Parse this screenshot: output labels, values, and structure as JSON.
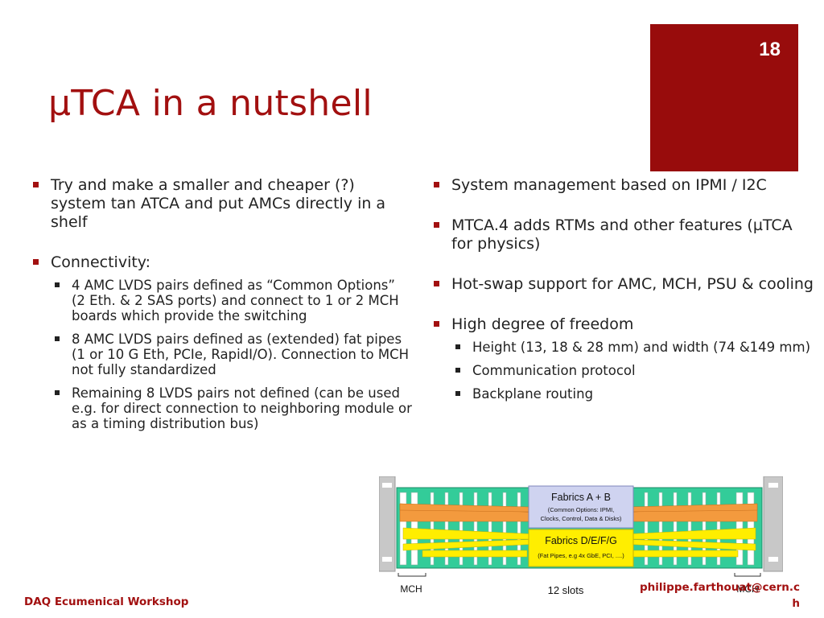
{
  "slide": {
    "number": "18",
    "title": "µTCA in a nutshell"
  },
  "left_bullets": [
    {
      "text": "Try and make a smaller and cheaper (?) system tan ATCA and put AMCs directly in a shelf"
    },
    {
      "text": "Connectivity:",
      "sub": [
        "4 AMC LVDS pairs defined as “Common Options” (2 Eth. & 2 SAS ports) and connect to 1 or 2 MCH boards which provide the switching",
        "8 AMC LVDS pairs defined as (extended) fat pipes (1 or 10 G Eth, PCIe, RapidI/O). Connection to MCH not fully standardized",
        "Remaining 8 LVDS pairs not defined (can be used e.g. for direct connection to neighboring module or as a timing distribution bus)"
      ]
    }
  ],
  "right_bullets": [
    {
      "text": "System management based on IPMI / I2C"
    },
    {
      "text": "MTCA.4 adds RTMs and other features (µTCA for physics)"
    },
    {
      "text": "Hot-swap support for AMC, MCH, PSU & cooling"
    },
    {
      "text": "High degree of freedom",
      "sub": [
        "Height (13, 18 & 28 mm) and width (74 &149 mm)",
        "Communication protocol",
        "Backplane routing"
      ]
    }
  ],
  "diagram": {
    "fabrics_ab_title": "Fabrics A + B",
    "fabrics_ab_line1": "(Common Options: IPMI,",
    "fabrics_ab_line2": "Clocks, Control, Data & Disks)",
    "fabrics_defg_title": "Fabrics D/E/F/G",
    "fabrics_defg_line1": "(Fat Pipes, e.g 4x GbE, PCI, ....)",
    "label_mch_left": "MCH",
    "label_slots": "12 slots",
    "label_mch_right": "MCH",
    "colors": {
      "board": "#33cc99",
      "orange": "#f39a3e",
      "yellow": "#ffee00",
      "box": "#cfd3f0"
    }
  },
  "footer": {
    "left": "DAQ Ecumenical Workshop",
    "right": "philippe.farthouat@cern.ch"
  }
}
